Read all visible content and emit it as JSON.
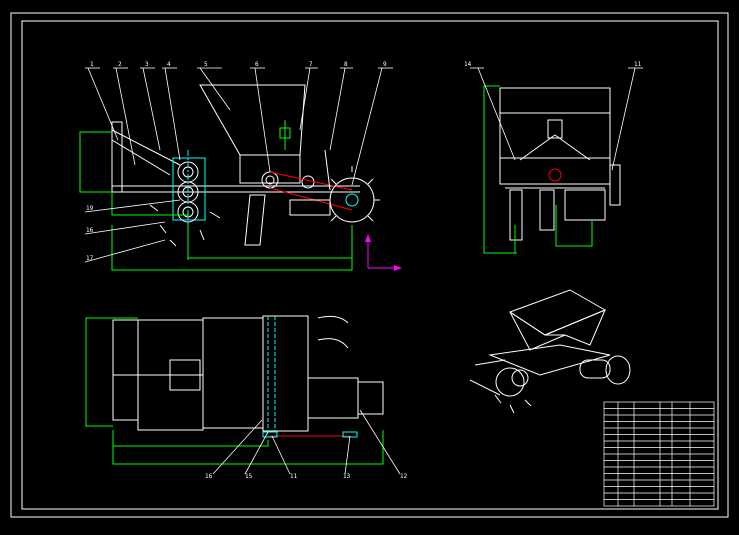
{
  "drawing": {
    "background": "#000000",
    "colors": {
      "line": "#ffffff",
      "dimension": "#00ff00",
      "hidden": "#ff0000",
      "center": "#00ffff",
      "ucs": "#ff00ff",
      "frame": "#ffffff"
    },
    "views": {
      "front": {
        "callouts": [
          "1",
          "2",
          "3",
          "4",
          "5",
          "6",
          "7",
          "8",
          "9"
        ],
        "left_callouts": [
          "19",
          "16",
          "17"
        ]
      },
      "side": {
        "callouts": [
          "14",
          "11"
        ]
      },
      "top": {
        "bottom_callouts": [
          "16",
          "15",
          "11",
          "13",
          "12"
        ]
      }
    },
    "title_block": {
      "rows": 16
    }
  }
}
